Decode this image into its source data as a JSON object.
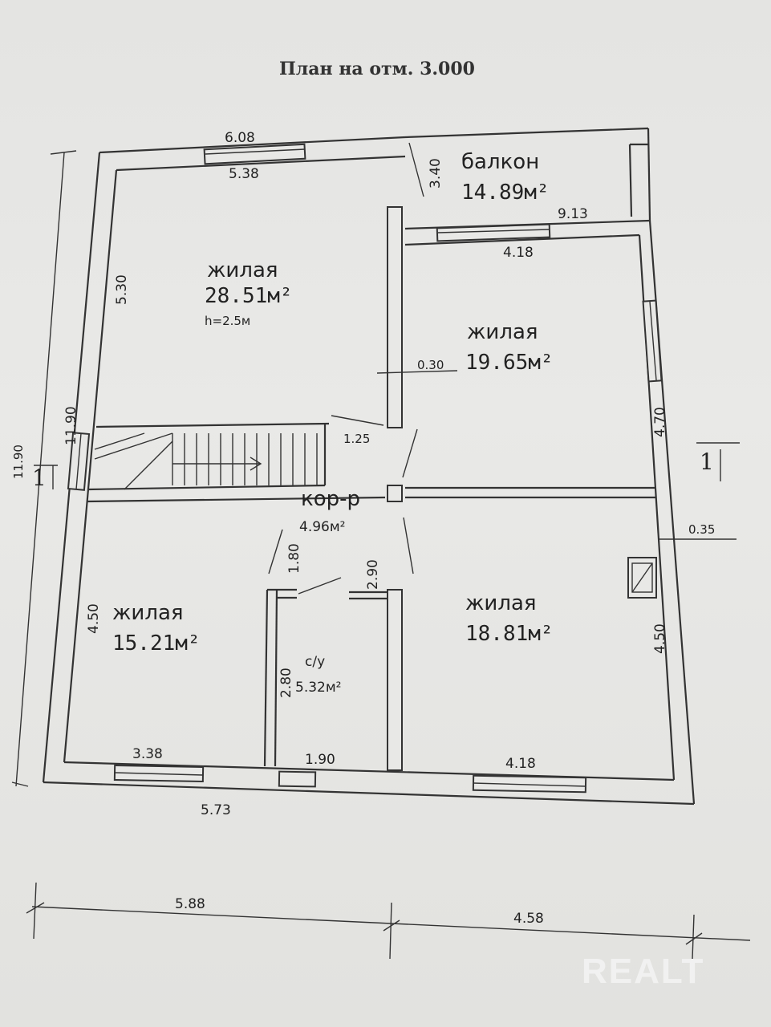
{
  "title": "План на отм. 3.000",
  "rooms": {
    "balcony": {
      "name": "балкон",
      "area": "14.89м²"
    },
    "living1": {
      "name": "жилая",
      "area": "28.51м²",
      "height": "h=2.5м"
    },
    "living2": {
      "name": "жилая",
      "area": "19.65м²"
    },
    "corridor": {
      "name": "кор-р",
      "area": "4.96м²"
    },
    "living3": {
      "name": "жилая",
      "area": "15.21м²"
    },
    "bathroom": {
      "name": "с/у",
      "area": "5.32м²"
    },
    "living4": {
      "name": "жилая",
      "area": "18.81м²"
    }
  },
  "dims": {
    "top_outer": "6.08",
    "top_inner": "5.38",
    "balcony_side": "3.40",
    "balcony_width": "9.13",
    "room2_top": "4.18",
    "room1_side": "5.30",
    "wall_030": "0.30",
    "overall_left": "11.90",
    "overall_far_left": "11.90",
    "door_125": "1.25",
    "room2_side": "4.70",
    "wall_035": "0.35",
    "corr_180": "1.80",
    "corr_290": "2.90",
    "room3_side": "4.50",
    "bath_side": "2.80",
    "room4_side": "4.50",
    "room3_bottom": "3.38",
    "bath_bottom": "1.90",
    "room4_bottom": "4.18",
    "bottom_outer": "5.73",
    "chain_left": "5.88",
    "chain_right": "4.58"
  },
  "section_mark": "1",
  "watermark": "REALT"
}
